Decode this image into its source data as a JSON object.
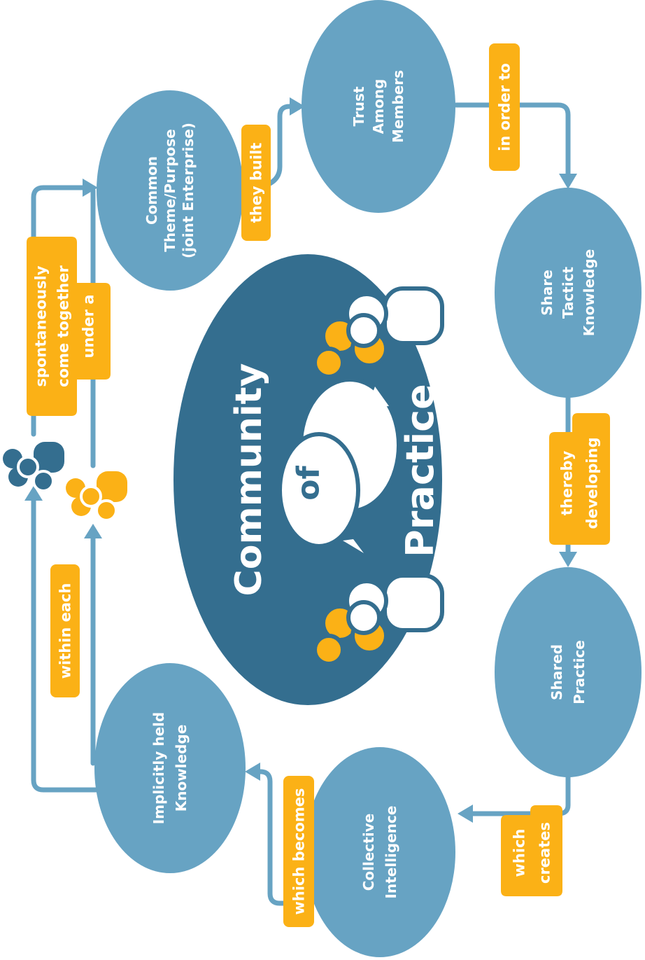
{
  "center": {
    "title_top": "Community",
    "title_mid": "of",
    "title_bottom": "Practice"
  },
  "nodes": {
    "common_theme": [
      "Common",
      "Theme/Purpose",
      "(joint Enterprise)"
    ],
    "trust": [
      "Trust",
      "Among",
      "Members"
    ],
    "share_tacit": [
      "Share",
      "Tactict",
      "Knowledge"
    ],
    "shared_practice": [
      "Shared",
      "Practice"
    ],
    "collective": [
      "Collective",
      "Intelligence"
    ],
    "implicit": [
      "Implicitly held",
      "Knowledge"
    ]
  },
  "labels": {
    "spontaneously": [
      "spontaneously",
      "come together",
      "under a"
    ],
    "they_built": [
      "they built"
    ],
    "in_order_to": [
      "in order to"
    ],
    "thereby": [
      "thereby",
      "developing"
    ],
    "which_creates": [
      "which",
      "creates"
    ],
    "which_becomes": [
      "which becomes"
    ],
    "within_each": [
      "within each"
    ]
  },
  "colors": {
    "node_fill": "#67a3c3",
    "center_fill": "#346e8f",
    "label_fill": "#fbb116",
    "people_dark": "#346e8f",
    "people_yellow": "#fbb116"
  },
  "icons": [
    "people-group-dark-icon",
    "people-group-yellow-icon",
    "speech-bubble-icon",
    "people-group-mixed-icon"
  ]
}
